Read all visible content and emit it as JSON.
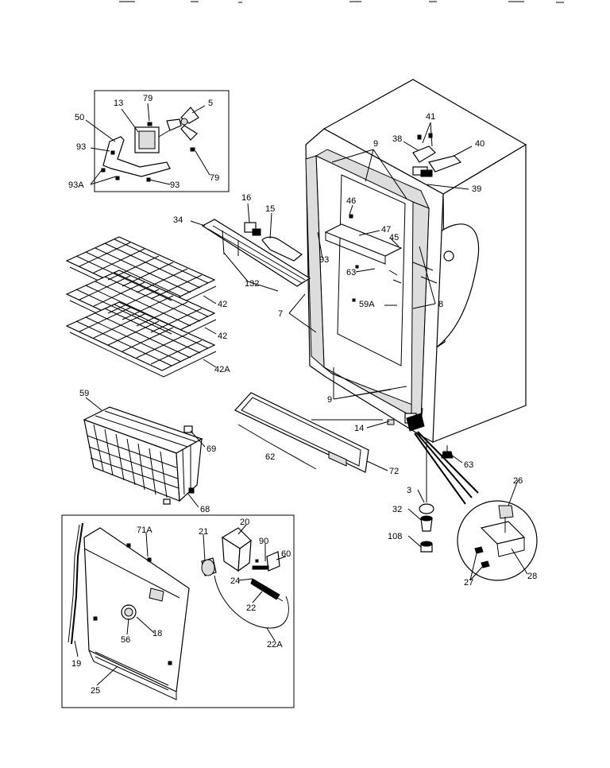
{
  "labels": {
    "l13": "13",
    "l79a": "79",
    "l5": "5",
    "l50": "50",
    "l93a": "93",
    "l93A": "93A",
    "l93b": "93",
    "l79b": "79",
    "l16": "16",
    "l15": "15",
    "l34": "34",
    "l132": "132",
    "l42a": "42",
    "l42b": "42",
    "l42A": "42A",
    "l9a": "9",
    "l41": "41",
    "l38": "38",
    "l40": "40",
    "l39": "39",
    "l46": "46",
    "l47": "47",
    "l45": "45",
    "l93c": "93",
    "l63a": "63",
    "l59A": "59A",
    "l8": "8",
    "l7": "7",
    "l9b": "9",
    "l59": "59",
    "l69": "69",
    "l68": "68",
    "l14": "14",
    "l62": "62",
    "l72": "72",
    "l63b": "63",
    "l3": "3",
    "l32": "32",
    "l108": "108",
    "l26": "26",
    "l27": "27",
    "l28": "28",
    "l71A": "71A",
    "l21": "21",
    "l20": "20",
    "l90": "90",
    "l60": "60",
    "l24": "24",
    "l22": "22",
    "l22A": "22A",
    "l18": "18",
    "l56": "56",
    "l19": "19",
    "l25": "25"
  }
}
